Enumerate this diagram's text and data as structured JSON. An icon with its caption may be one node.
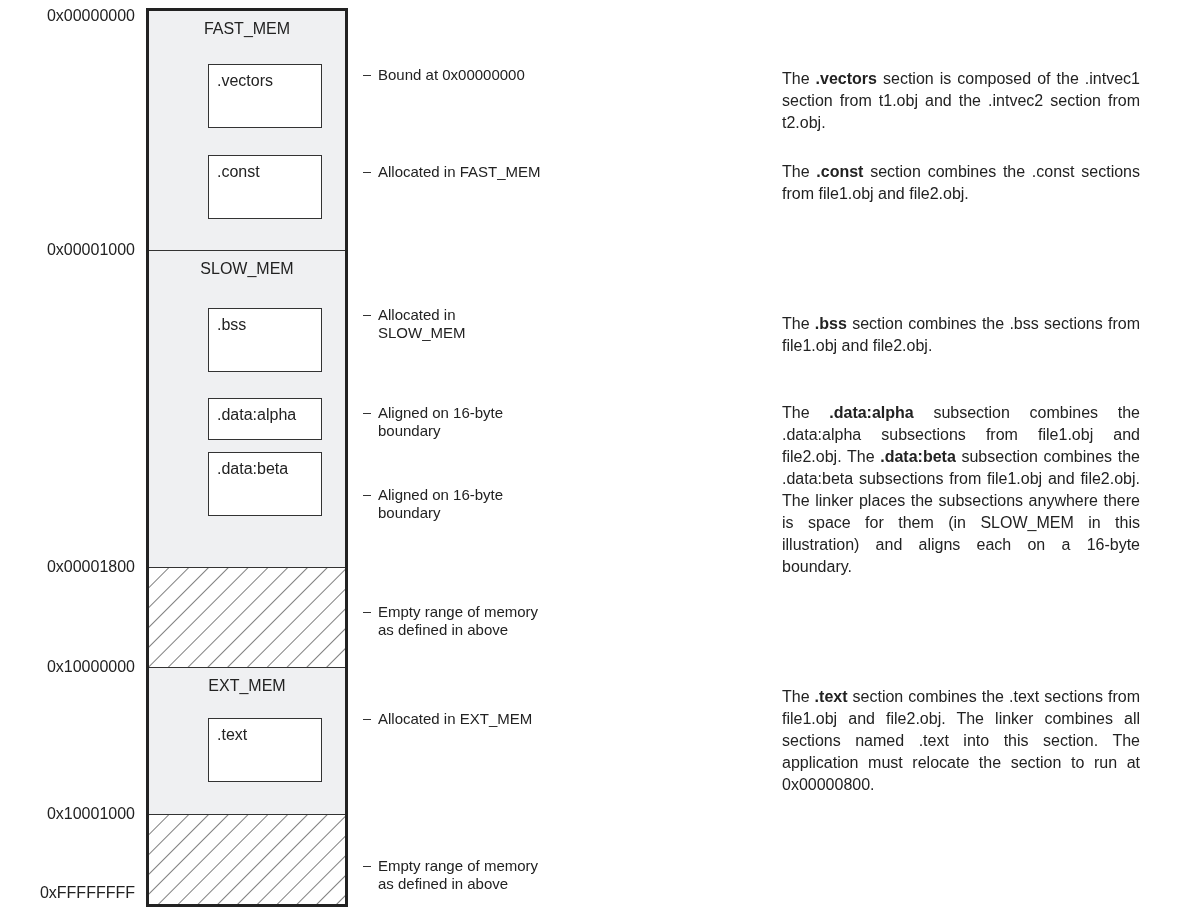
{
  "diagram": {
    "nodes": [
      {
        "text": [
          "FAST_MEM"
        ]
      },
      {
        "text": [
          ".vectors"
        ],
        "in": 0,
        "beside": [
          "Bound at 0x00000000"
        ]
      },
      {
        "text": [
          ".const"
        ],
        "in": 0,
        "beside": [
          "Allocated in FAST_MEM"
        ]
      },
      {
        "text": [
          "SLOW_MEM"
        ]
      },
      {
        "text": [
          ".bss"
        ],
        "in": 3,
        "beside": [
          "Allocated in SLOW_MEM"
        ]
      },
      {
        "text": [
          ".data:alpha"
        ],
        "in": 3,
        "beside": [
          "Aligned on 16-byte boundary"
        ]
      },
      {
        "text": [
          ".data:beta"
        ],
        "in": 3,
        "beside": [
          "Aligned on 16-byte boundary"
        ]
      },
      {
        "text": [],
        "shape": "box",
        "beside": [
          "Empty range of memory as defined in above"
        ]
      },
      {
        "text": [
          "EXT_MEM"
        ]
      },
      {
        "text": [
          ".text"
        ],
        "in": 8,
        "beside": [
          "Allocated in EXT_MEM"
        ]
      },
      {
        "text": [],
        "shape": "box",
        "beside": [
          "Empty range of memory as defined in above"
        ]
      }
    ],
    "labels": [
      "0x00000000",
      "0x00001000",
      "0x00001800",
      "0x10000000",
      "0x10001000",
      "0xFFFFFFFF",
      "The **.vectors** section is composed of the .intvec1 section from t1.obj and the .intvec2 section from t2.obj.",
      "The **.const** section combines the .const sections from file1.obj and file2.obj.",
      "The **.bss** section combines the .bss sections from file1.obj and file2.obj.",
      "The **.data:alpha** subsection combines the .data:alpha subsections from file1.obj and file2.obj. The **.data:beta** subsection combines the .data:beta subsections from file1.obj and file2.obj. The linker places the subsections anywhere there is space for them (in SLOW_MEM in this illustration) and aligns each on a 16-byte boundary.",
      "The **.text** section combines the .text sections from file1.obj and file2.obj. The linker combines all sections named .text into this section. The application must relocate the section to run at 0x00000800."
    ]
  }
}
